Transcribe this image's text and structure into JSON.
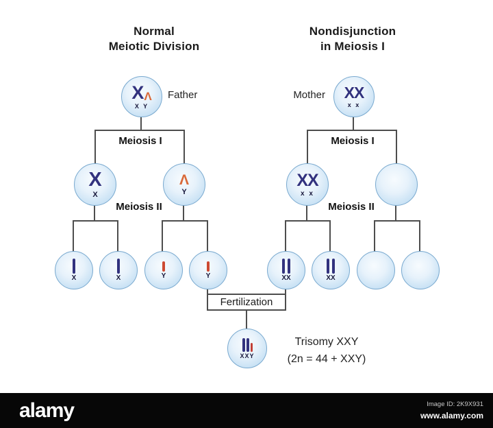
{
  "left_panel": {
    "title": [
      "Normal",
      "Meiotic Division"
    ],
    "parent": {
      "label": "Father",
      "glyph_x": "X",
      "glyph_y": "Λ",
      "chromosome_label": "X Y"
    },
    "meiosis1": "Meiosis I",
    "meiosis2": "Meiosis II",
    "middle_cells": [
      {
        "glyph": "X",
        "label": "X"
      },
      {
        "glyph": "Λ",
        "label": "Y"
      }
    ],
    "bottom_cells": [
      {
        "label": "X"
      },
      {
        "label": "X"
      },
      {
        "label": "Y"
      },
      {
        "label": "Y"
      }
    ]
  },
  "right_panel": {
    "title": [
      "Nondisjunction",
      "in Meiosis I"
    ],
    "parent": {
      "label": "Mother",
      "glyph": "XX",
      "chromosome_label": "x x"
    },
    "meiosis1": "Meiosis I",
    "meiosis2": "Meiosis II",
    "middle_cells": [
      {
        "glyph": "XX",
        "label": "x x"
      },
      {
        "label": ""
      }
    ],
    "bottom_cells": [
      {
        "label": "XX"
      },
      {
        "label": "XX"
      },
      {
        "label": ""
      },
      {
        "label": ""
      }
    ]
  },
  "fertilization_label": "Fertilization",
  "result": {
    "cell_label": "XXY",
    "caption_line1": "Trisomy XXY",
    "caption_line2": "(2n = 44 + XXY)"
  },
  "footer": {
    "logo": "alamy",
    "image_id": "Image ID: 2K9X931",
    "website": "www.alamy.com"
  },
  "colors": {
    "cell_fill": "#cde4f6",
    "cell_border": "#79a9cf",
    "chromosome_navy": "#32327e",
    "chromosome_orange": "#d96a3a",
    "chromosome_red": "#c8453a",
    "connector_line": "#4d4d4d",
    "footer_background": "#070707"
  }
}
